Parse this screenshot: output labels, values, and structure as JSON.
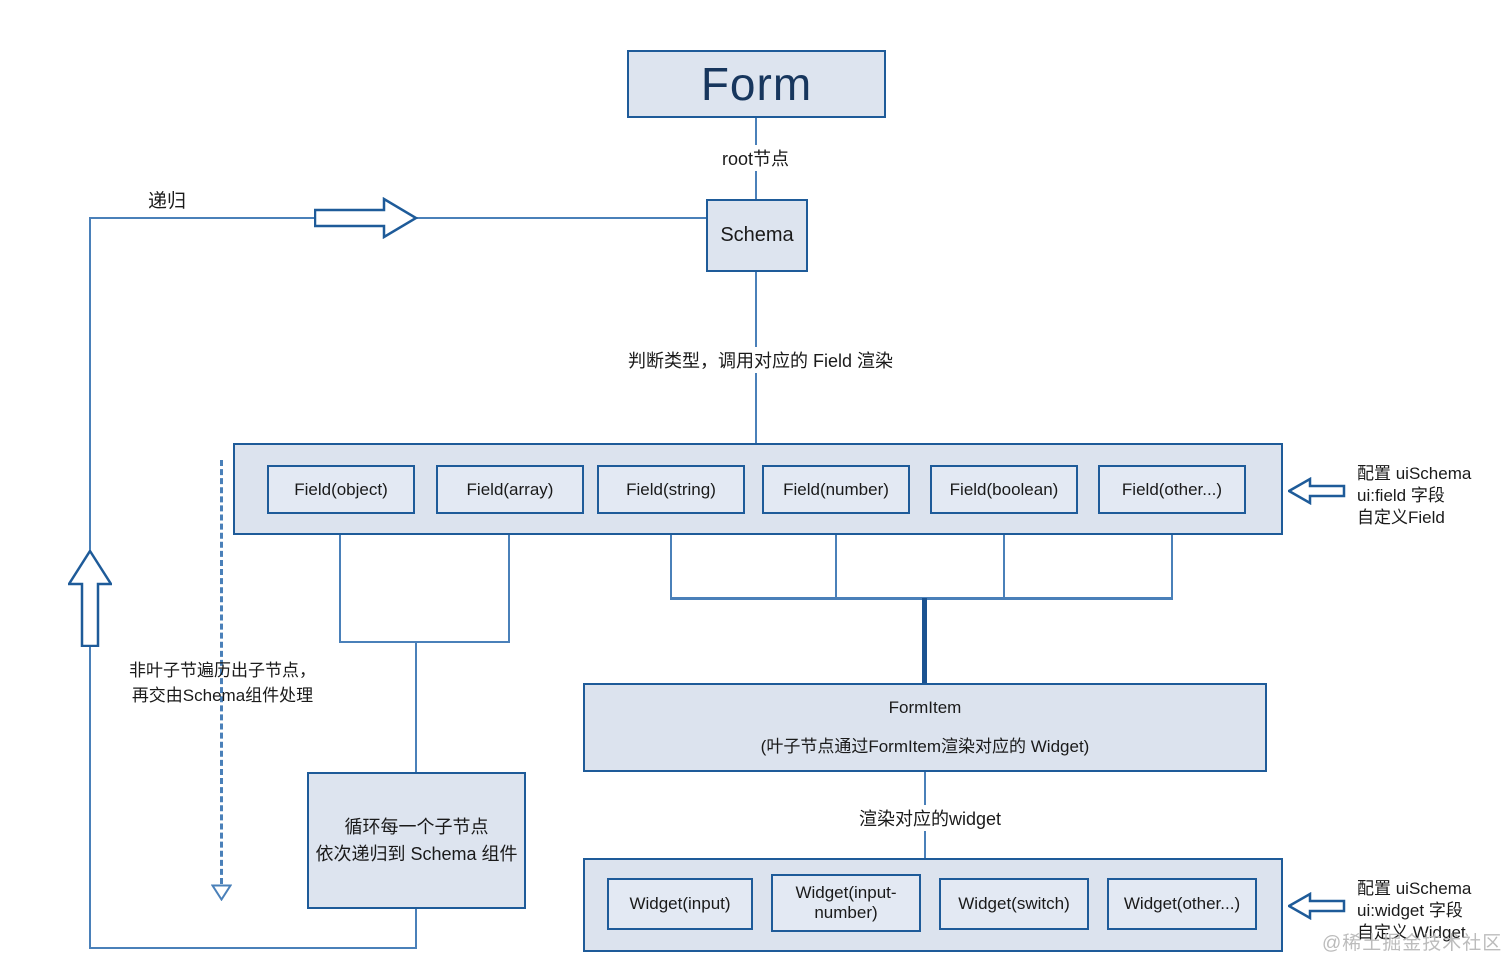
{
  "colors": {
    "box_fill": "#dde4ef",
    "inner_box_fill": "#e3e9f3",
    "box_border": "#1e5b99",
    "line": "#4a80b9",
    "thick_line": "#1b5391",
    "form_text": "#17365d",
    "watermark_text": "#bcbcbc"
  },
  "nodes": {
    "form": "Form",
    "schema": "Schema",
    "fields": [
      "Field(object)",
      "Field(array)",
      "Field(string)",
      "Field(number)",
      "Field(boolean)",
      "Field(other...)"
    ],
    "loop_box": [
      "循环每一个子节点",
      "依次递归到 Schema 组件"
    ],
    "formitem": {
      "title": "FormItem",
      "subtitle": "(叶子节点通过FormItem渲染对应的 Widget)"
    },
    "widgets": [
      "Widget(input)",
      "Widget(input-number)",
      "Widget(switch)",
      "Widget(other...)"
    ]
  },
  "edges": {
    "root": "root节点",
    "judge": "判断类型，调用对应的 Field 渲染",
    "render_widget": "渲染对应的widget",
    "recursion": "递归"
  },
  "notes": {
    "non_leaf": [
      "非叶子节遍历出子节点，",
      "再交由Schema组件处理"
    ],
    "field_annotation": [
      "配置 uiSchema",
      "ui:field 字段",
      "自定义Field"
    ],
    "widget_annotation": [
      "配置 uiSchema",
      "ui:widget 字段",
      "自定义 Widget"
    ]
  },
  "watermark": "@稀土掘金技术社区"
}
